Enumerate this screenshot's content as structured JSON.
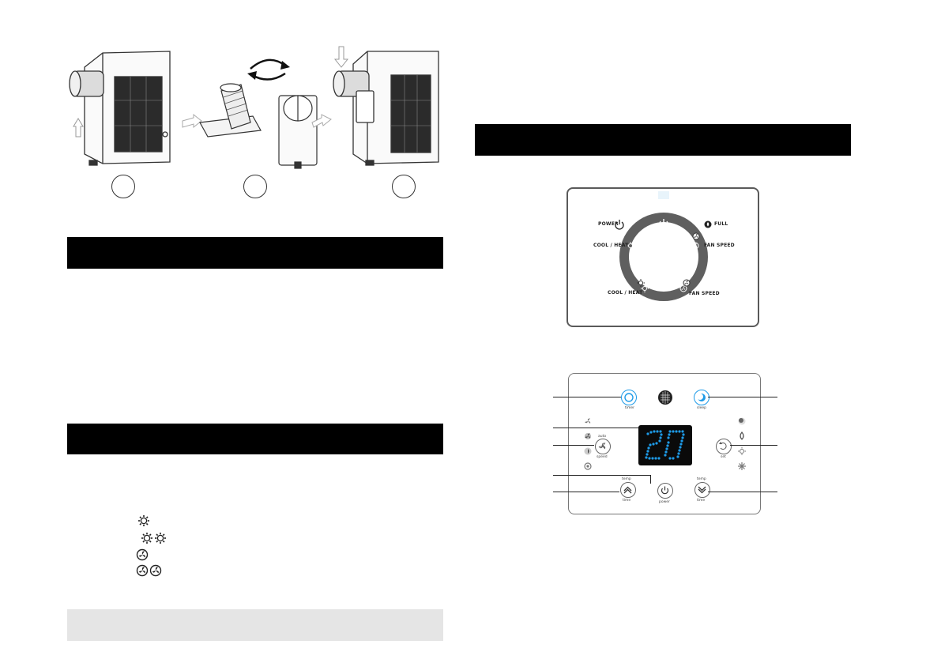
{
  "install_figure": {
    "steps": [
      "",
      "",
      ""
    ],
    "arrow_color": "#d8d8d8"
  },
  "left_sections": {
    "band1_text": "",
    "band2_text": "",
    "note_band_text": ""
  },
  "mode_icons": {
    "rows": [
      {
        "icon": "sun-heat-icon",
        "count": 1
      },
      {
        "icon": "sun-heat-icon",
        "count": 2
      },
      {
        "icon": "fan-icon",
        "count": 1
      },
      {
        "icon": "fan-icon",
        "count": 2
      }
    ]
  },
  "right_header": {
    "text": ""
  },
  "panel1": {
    "power_label": "POWER",
    "full_label": "FULL",
    "cool_heat_top": "COOL / HEAT",
    "fan_speed_top": "FAN SPEED",
    "cool_heat_bottom": "COOL / HEAT",
    "fan_speed_bottom": "FAN SPEED"
  },
  "panel2": {
    "timer_label": "timer",
    "sleep_label": "sleep",
    "auto_label": "auto",
    "speed_label": "speed",
    "set_label": "set",
    "temp_up_top": "temp",
    "temp_up_bottom": "time",
    "power_label": "power",
    "temp_down_top": "temp",
    "temp_down_bottom": "time",
    "display_value": "27",
    "display_color": "#1e9be8"
  },
  "colors": {
    "band": "#000000",
    "note_band": "#e5e5e5",
    "ring": "#5f5f5f",
    "accent_blue": "#1e9be8"
  }
}
